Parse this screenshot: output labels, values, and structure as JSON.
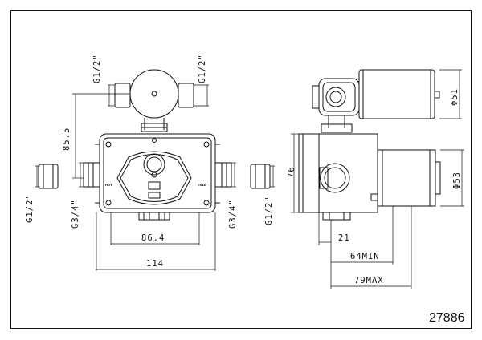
{
  "drawing": {
    "reference_number": "27886",
    "dimensions": {
      "g12_top_left": "G1/2\"",
      "g12_top_right": "G1/2\"",
      "height_85_5": "85.5",
      "g12_left": "G1/2\"",
      "g34_left": "G3/4\"",
      "g34_right": "G3/4\"",
      "g12_right": "G1/2\"",
      "width_86_4": "86.4",
      "width_114": "114",
      "height_76": "76",
      "depth_21": "21",
      "depth_64min": "64MIN",
      "depth_79max": "79MAX",
      "dia_51": "Φ51",
      "dia_53": "Φ53"
    },
    "body_labels": {
      "hot_left": "HOT",
      "cold_right": "COLD"
    }
  },
  "colors": {
    "line": "#111111",
    "background": "#ffffff"
  }
}
